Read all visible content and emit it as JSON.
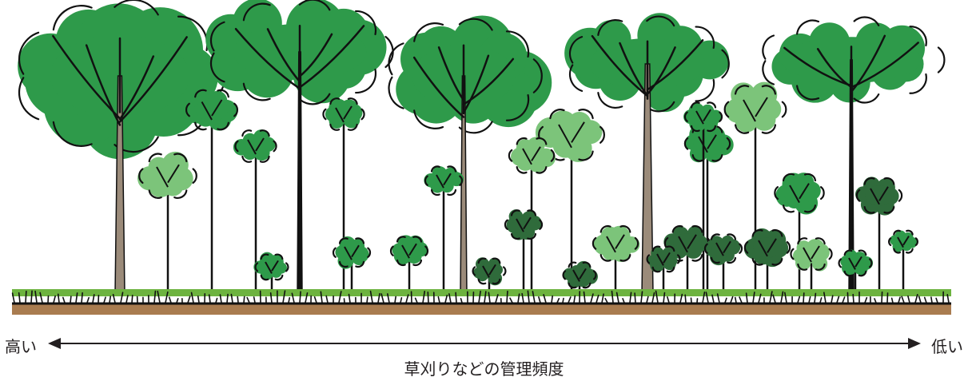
{
  "scale": {
    "left_label": "高い",
    "right_label": "低い",
    "caption": "草刈りなどの管理頻度"
  },
  "colors": {
    "canopy": "#2e9a4a",
    "light_canopy": "#7cc47a",
    "dark_canopy": "#2f6b3b",
    "trunk": "#9b8b7a",
    "grass": "#6db33f",
    "soil": "#a97c50",
    "outline": "#111111"
  }
}
